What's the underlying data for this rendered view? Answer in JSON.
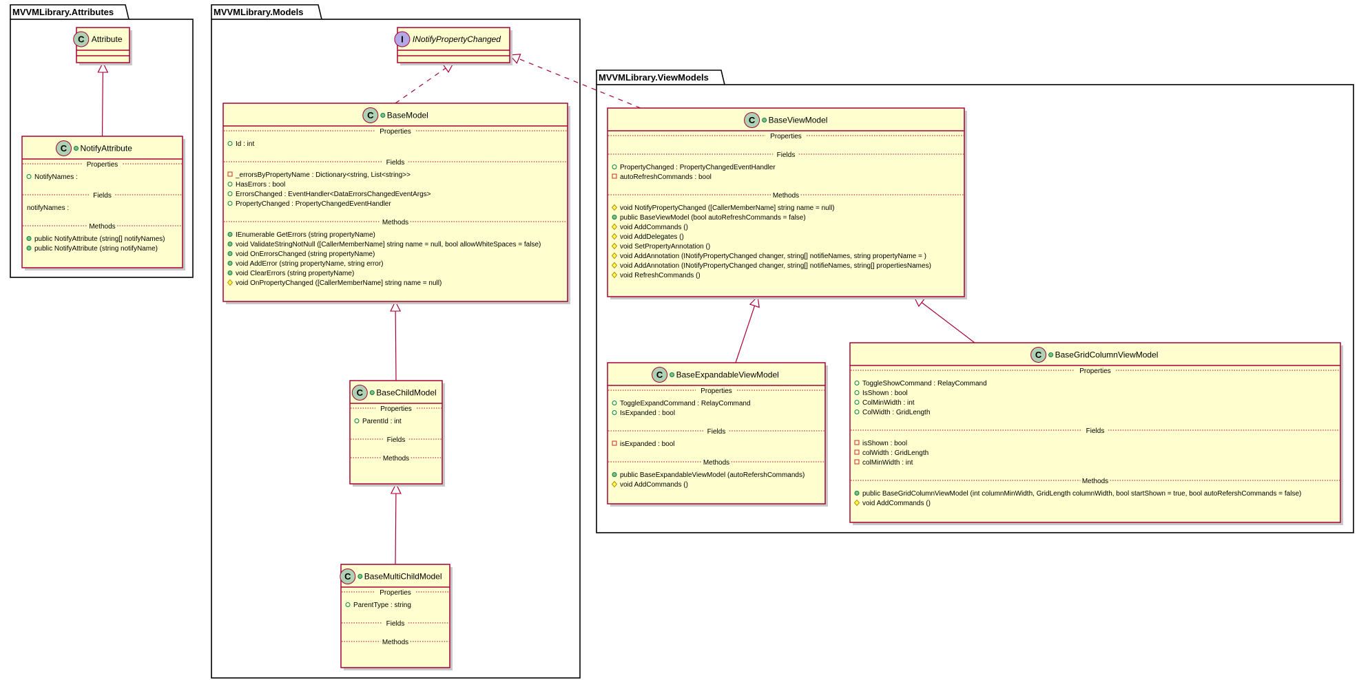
{
  "packages": [
    {
      "id": "attributes",
      "name": "MVVMLibrary.Attributes"
    },
    {
      "id": "models",
      "name": "MVVMLibrary.Models"
    },
    {
      "id": "viewmodels",
      "name": "MVVMLibrary.ViewModels"
    }
  ],
  "classes": [
    {
      "id": "attribute",
      "kind": "class",
      "name": "Attribute",
      "public_marker": false,
      "sections": []
    },
    {
      "id": "notify-attribute",
      "kind": "class",
      "name": "NotifyAttribute",
      "public_marker": true,
      "sections": [
        {
          "title": "Properties",
          "members": [
            {
              "vis": "property",
              "text": "NotifyNames :"
            }
          ]
        },
        {
          "title": "Fields",
          "members": [
            {
              "vis": "none",
              "text": "notifyNames :"
            }
          ]
        },
        {
          "title": "Methods",
          "members": [
            {
              "vis": "public",
              "text": "public NotifyAttribute (string[] notifyNames)"
            },
            {
              "vis": "public",
              "text": "public NotifyAttribute (string notifyName)"
            }
          ]
        }
      ]
    },
    {
      "id": "inotify",
      "kind": "interface",
      "name": "INotifyPropertyChanged",
      "public_marker": false,
      "sections": []
    },
    {
      "id": "base-model",
      "kind": "class",
      "name": "BaseModel",
      "public_marker": true,
      "sections": [
        {
          "title": "Properties",
          "members": [
            {
              "vis": "property",
              "text": "Id : int"
            }
          ]
        },
        {
          "title": "Fields",
          "members": [
            {
              "vis": "private",
              "text": "_errorsByPropertyName : Dictionary<string, List<string>>"
            },
            {
              "vis": "property",
              "text": "HasErrors : bool"
            },
            {
              "vis": "property",
              "text": "ErrorsChanged : EventHandler<DataErrorsChangedEventArgs>"
            },
            {
              "vis": "property",
              "text": "PropertyChanged : PropertyChangedEventHandler"
            }
          ]
        },
        {
          "title": "Methods",
          "members": [
            {
              "vis": "public",
              "text": "IEnumerable GetErrors (string propertyName)"
            },
            {
              "vis": "public",
              "text": "void ValidateStringNotNull ([CallerMemberName] string name = null, bool allowWhiteSpaces = false)"
            },
            {
              "vis": "public",
              "text": "void OnErrorsChanged (string propertyName)"
            },
            {
              "vis": "public",
              "text": "void AddError (string propertyName, string error)"
            },
            {
              "vis": "public",
              "text": "void ClearErrors (string propertyName)"
            },
            {
              "vis": "protected",
              "text": "void OnPropertyChanged ([CallerMemberName] string name = null)"
            }
          ]
        }
      ]
    },
    {
      "id": "base-child-model",
      "kind": "class",
      "name": "BaseChildModel",
      "public_marker": true,
      "sections": [
        {
          "title": "Properties",
          "members": [
            {
              "vis": "property",
              "text": "ParentId : int"
            }
          ]
        },
        {
          "title": "Fields",
          "members": []
        },
        {
          "title": "Methods",
          "members": []
        }
      ]
    },
    {
      "id": "base-multi-child-model",
      "kind": "class",
      "name": "BaseMultiChildModel",
      "public_marker": true,
      "sections": [
        {
          "title": "Properties",
          "members": [
            {
              "vis": "property",
              "text": "ParentType : string"
            }
          ]
        },
        {
          "title": "Fields",
          "members": []
        },
        {
          "title": "Methods",
          "members": []
        }
      ]
    },
    {
      "id": "base-view-model",
      "kind": "class",
      "name": "BaseViewModel",
      "public_marker": true,
      "sections": [
        {
          "title": "Properties",
          "members": []
        },
        {
          "title": "Fields",
          "members": [
            {
              "vis": "property",
              "text": "PropertyChanged : PropertyChangedEventHandler"
            },
            {
              "vis": "private",
              "text": "autoRefreshCommands : bool"
            }
          ]
        },
        {
          "title": "Methods",
          "members": [
            {
              "vis": "protected",
              "text": "void NotifyPropertyChanged ([CallerMemberName] string name = null)"
            },
            {
              "vis": "public",
              "text": "public BaseViewModel (bool autoRefreshCommands = false)"
            },
            {
              "vis": "protected",
              "text": "void AddCommands ()"
            },
            {
              "vis": "protected",
              "text": "void AddDelegates ()"
            },
            {
              "vis": "protected",
              "text": "void SetPropertyAnnotation ()"
            },
            {
              "vis": "protected",
              "text": "void AddAnnotation (INotifyPropertyChanged changer, string[] notifieNames, string propertyName = )"
            },
            {
              "vis": "protected",
              "text": "void AddAnnotation (INotifyPropertyChanged changer, string[] notifieNames, string[] propertiesNames)"
            },
            {
              "vis": "protected",
              "text": "void RefreshCommands ()"
            }
          ]
        }
      ]
    },
    {
      "id": "base-expandable-view-model",
      "kind": "class",
      "name": "BaseExpandableViewModel",
      "public_marker": true,
      "sections": [
        {
          "title": "Properties",
          "members": [
            {
              "vis": "property",
              "text": "ToggleExpandCommand : RelayCommand"
            },
            {
              "vis": "property",
              "text": "IsExpanded : bool"
            }
          ]
        },
        {
          "title": "Fields",
          "members": [
            {
              "vis": "private",
              "text": "isExpanded : bool"
            }
          ]
        },
        {
          "title": "Methods",
          "members": [
            {
              "vis": "public",
              "text": "public BaseExpandableViewModel (autoRefershCommands)"
            },
            {
              "vis": "protected",
              "text": "void AddCommands ()"
            }
          ]
        }
      ]
    },
    {
      "id": "base-grid-column-view-model",
      "kind": "class",
      "name": "BaseGridColumnViewModel",
      "public_marker": true,
      "sections": [
        {
          "title": "Properties",
          "members": [
            {
              "vis": "property",
              "text": "ToggleShowCommand : RelayCommand"
            },
            {
              "vis": "property",
              "text": "IsShown : bool"
            },
            {
              "vis": "property",
              "text": "ColMinWidth : int"
            },
            {
              "vis": "property",
              "text": "ColWidth : GridLength"
            }
          ]
        },
        {
          "title": "Fields",
          "members": [
            {
              "vis": "private",
              "text": "isShown : bool"
            },
            {
              "vis": "private",
              "text": "colWidth : GridLength"
            },
            {
              "vis": "private",
              "text": "colMinWidth : int"
            }
          ]
        },
        {
          "title": "Methods",
          "members": [
            {
              "vis": "public",
              "text": "public BaseGridColumnViewModel (int columnMinWidth, GridLength columnWidth, bool startShown = true, bool autoRefershCommands = false)"
            },
            {
              "vis": "protected",
              "text": "void AddCommands ()"
            }
          ]
        }
      ]
    }
  ],
  "relations": [
    {
      "from": "notify-attribute",
      "to": "attribute",
      "type": "extends"
    },
    {
      "from": "base-model",
      "to": "inotify",
      "type": "implements"
    },
    {
      "from": "base-view-model",
      "to": "inotify",
      "type": "implements"
    },
    {
      "from": "base-child-model",
      "to": "base-model",
      "type": "extends"
    },
    {
      "from": "base-multi-child-model",
      "to": "base-child-model",
      "type": "extends"
    },
    {
      "from": "base-expandable-view-model",
      "to": "base-view-model",
      "type": "extends"
    },
    {
      "from": "base-grid-column-view-model",
      "to": "base-view-model",
      "type": "extends"
    }
  ]
}
